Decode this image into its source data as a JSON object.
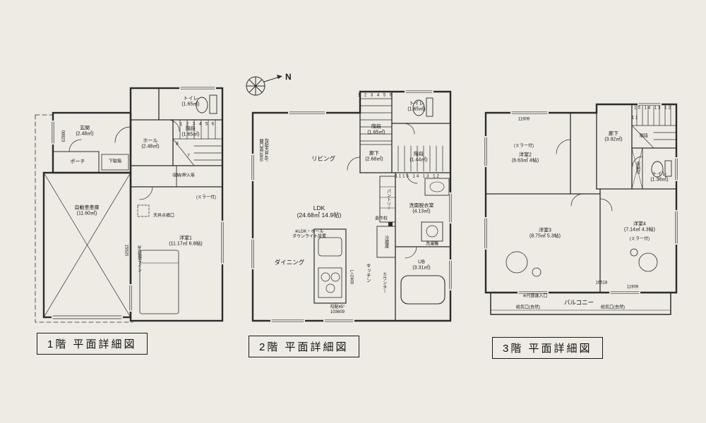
{
  "compass": {
    "north": "N"
  },
  "titles": {
    "f1": "1階  平面詳細図",
    "f2": "2階  平面詳細図",
    "f3": "3階  平面詳細図"
  },
  "f1": {
    "toilet": "トイレ\n(1.65㎡)",
    "entrance": "玄関\n(2.48㎡)",
    "porch": "ポーチ",
    "shoebox": "下駄箱",
    "hall": "ホール\n(2.48㎡)",
    "stairs": "階段\n(1.65㎡)",
    "stair_nums": "1 2 3 4 5 6",
    "n8": "8",
    "n7": "7",
    "closet": "収納/押入等",
    "garage": "自動車車庫\n(11.60㎡)",
    "hatch": "天井点検口",
    "room1": "洋室1\n(11.17㎡ 6.8帖)",
    "mirror": "(ミラー付)",
    "fireline": "3m延焼ライン",
    "dim1": "08823",
    "dim2": "15520"
  },
  "f2": {
    "toilet": "トイレ\n(1.65㎡)",
    "stairs_up": "階段\n(1.65㎡)",
    "hall": "廊下\n(2.68㎡)",
    "stairs_low": "階段\n(1.44㎡)",
    "nums_up": "1 2 3 4 5 6",
    "nums_low": "15 14 13 12",
    "n11": "11",
    "living": "リビング",
    "ldk": "LDK\n(24.68㎡ 14.9帖)",
    "downlight": "※LDK・ホール\nダウンライト設置",
    "dining": "ダイニング",
    "pantry": "パントリー",
    "pillar": "造作柱",
    "washroom": "洗面脱衣室\n(4.13㎡)",
    "fridge": "冷蔵庫",
    "washer": "洗濯機",
    "bath": "UB\n(3.31㎡)",
    "kitchen": "キッチン",
    "counter": "カウンター",
    "counter_len": "L=2400",
    "skylight": "勾配45°\n103609",
    "slope_note": "勾配天井45°\n開口高1800"
  },
  "f3": {
    "dim_top": "11909",
    "room2_mirror": "(ミラー付)",
    "room2": "洋室2\n(6.63㎡ 4帖)",
    "hall": "廊下\n(3.92㎡)",
    "stairs": "階段",
    "nums": "15 14 13 12",
    "n11": "11",
    "toilet": "トイレ\n(1.38㎡)",
    "storage": "収納付",
    "room3": "洋室3\n(8.75㎡ 5.3帖)",
    "room4": "洋室4\n(7.14㎡ 4.3帖)",
    "room4_mirror": "(ミラー付)",
    "balcony": "バルコニー",
    "vent_l": "給気口(自然)",
    "vent_r": "給気口(自然)",
    "alt_entry": "※代替進入口",
    "dim_b1": "16518",
    "dim_b2": "11909"
  }
}
